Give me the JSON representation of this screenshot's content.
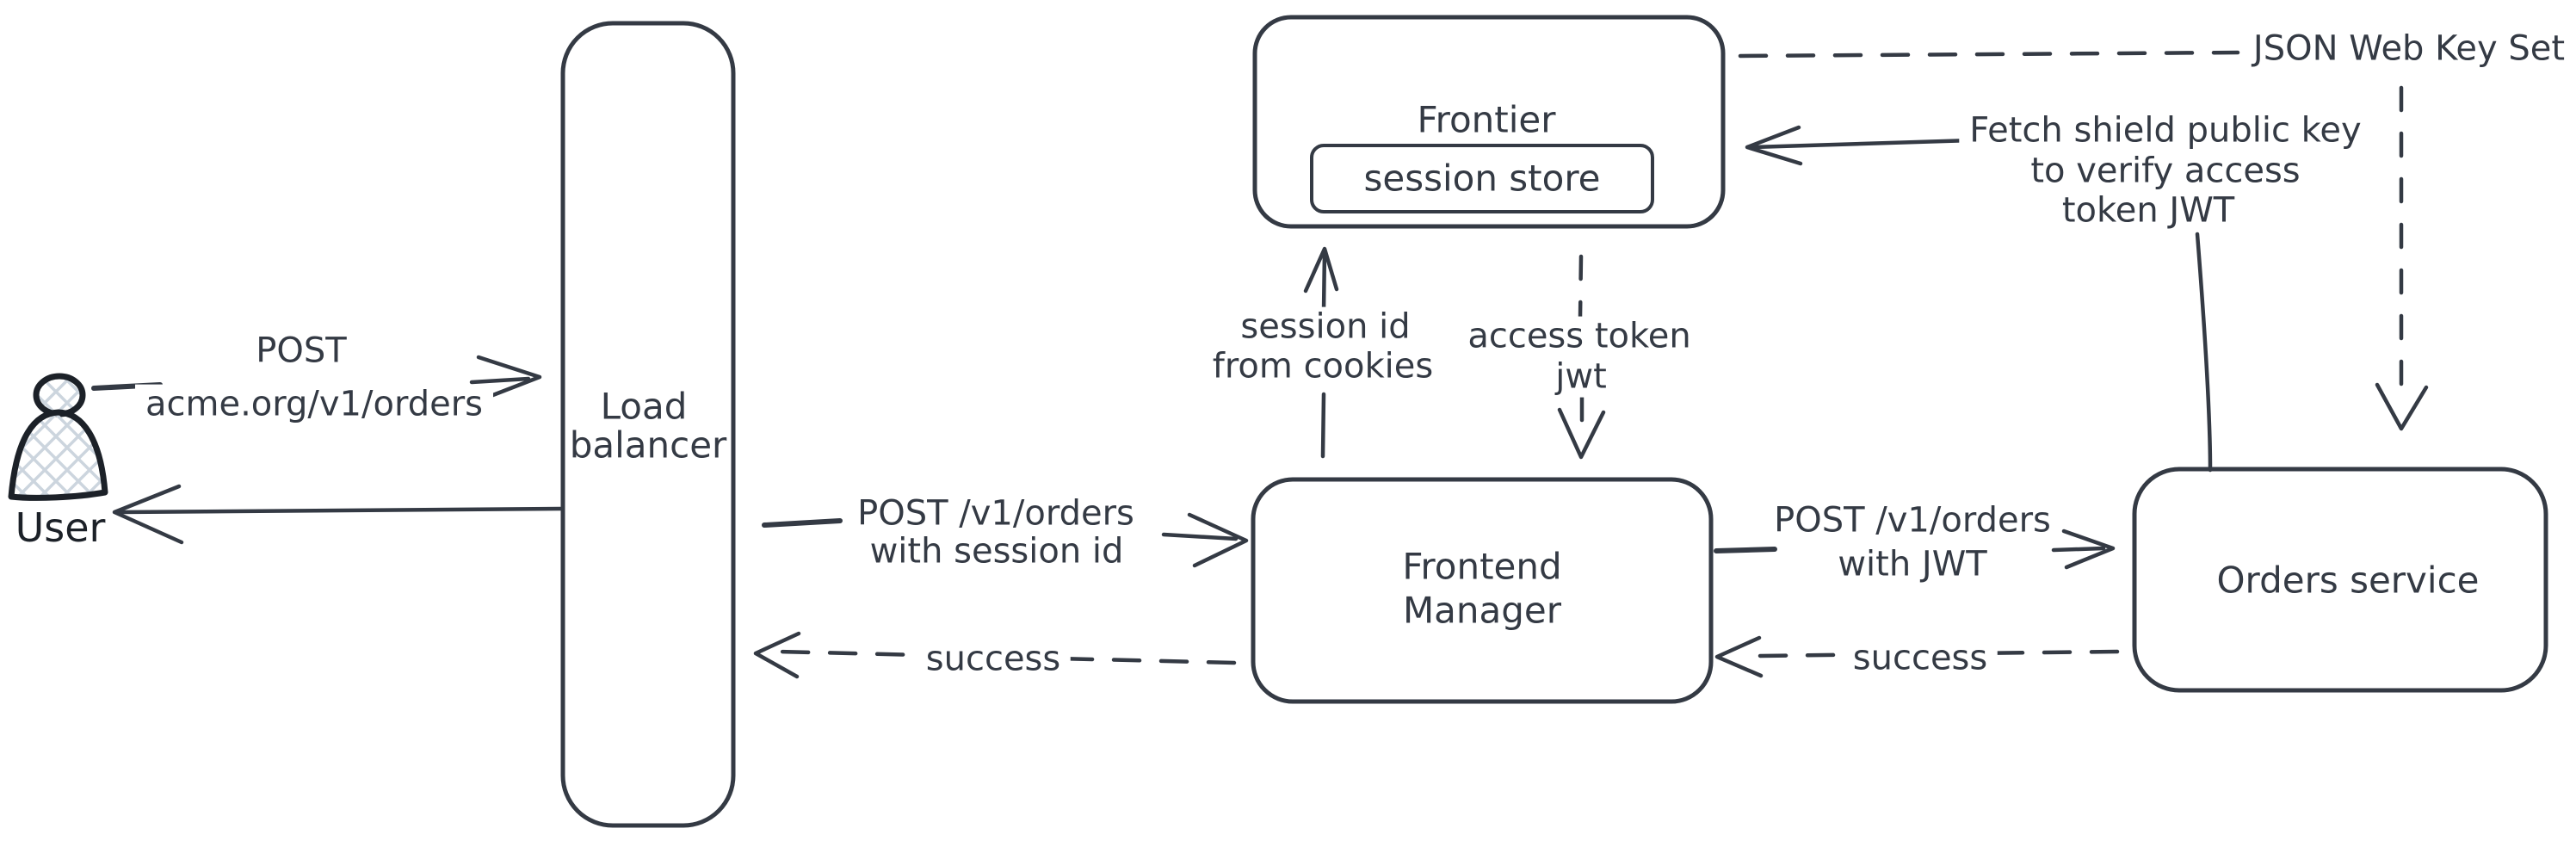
{
  "diagram": {
    "colors": {
      "stroke": "#343a44",
      "figure": "#1c2128",
      "hatch": "#ccd5de",
      "background": "#ffffff"
    },
    "nodes": {
      "user": {
        "label": "User"
      },
      "load_balancer": {
        "line1": "Load",
        "line2": "balancer"
      },
      "frontier": {
        "title": "Frontier",
        "store_label": "session store"
      },
      "frontend_manager": {
        "line1": "Frontend",
        "line2": "Manager"
      },
      "orders_service": {
        "label": "Orders service"
      }
    },
    "edges": {
      "user_to_lb": {
        "line1": "POST",
        "line2": "acme.org/v1/orders"
      },
      "lb_to_fm": {
        "line1": "POST /v1/orders",
        "line2": "with session id"
      },
      "fm_to_lb": {
        "label": "success"
      },
      "fm_to_frontier": {
        "line1": "session id",
        "line2": "from cookies"
      },
      "frontier_to_fm": {
        "line1": "access token",
        "line2": "jwt"
      },
      "fm_to_orders": {
        "line1": "POST /v1/orders",
        "line2": "with JWT"
      },
      "orders_to_fm": {
        "label": "success"
      },
      "orders_to_frontier": {
        "line1": "Fetch shield public key",
        "line2": "to verify access",
        "line3": "token JWT"
      },
      "jwks": {
        "label": "JSON Web Key Set"
      }
    }
  }
}
